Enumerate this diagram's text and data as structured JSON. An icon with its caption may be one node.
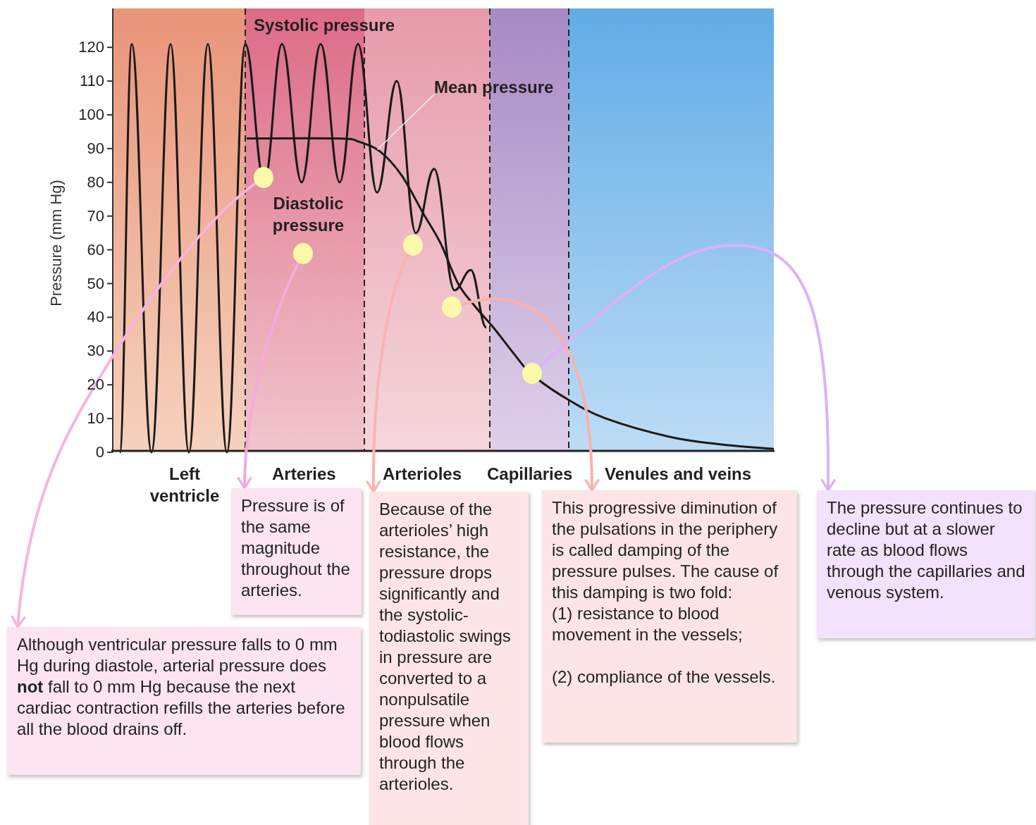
{
  "diagram": {
    "nodes": [
      {
        "text": [
          "Mean pressure"
        ]
      },
      {
        "text": [],
        "shape": "circle"
      },
      {
        "text": [],
        "shape": "circle"
      },
      {
        "text": [],
        "shape": "circle"
      },
      {
        "text": [],
        "shape": "circle"
      },
      {
        "text": [],
        "shape": "circle"
      },
      {
        "text": [
          "Pressure is of the same magnitude throughout the arteries."
        ]
      },
      {
        "text": [
          "Because of the arterioles’ high resistance, the pressure drops significantly and the systolic-todiastolic swings in pressure are converted to a nonpulsatile pressure when blood flows through the arterioles."
        ]
      },
      {
        "text": [
          "This progressive diminution of the pulsations in the periphery is called damping of the pressure pulses. The cause of this damping is two fold:",
          "(1) resistance to blood movement in the vessels;",
          "(2) compliance of the vessels."
        ]
      },
      {
        "text": [
          "The pressure continues to decline but at a slower rate as blood flows through the capillaries and venous system."
        ]
      },
      {
        "text": [
          "Although ventricular pressure falls to 0 mm Hg during diastole, arterial pressure does **not** fall to 0 mm Hg because the next cardiac contraction refills the arteries before all the blood drains off."
        ]
      }
    ],
    "edges": [
      {
        "from": 0,
        "to": null,
        "arrow": "none",
        "color": "#f2f2f2"
      },
      {
        "from": 1,
        "to": 10,
        "arrow": "to",
        "color": "#f8b4de"
      },
      {
        "from": 2,
        "to": 6,
        "arrow": "to",
        "color": "#f6aadc"
      },
      {
        "from": 3,
        "to": 7,
        "arrow": "to",
        "color": "#fbb3b3"
      },
      {
        "from": 4,
        "to": 8,
        "arrow": "to",
        "color": "#fbb0ac"
      },
      {
        "from": 5,
        "to": 9,
        "arrow": "to",
        "color": "#deb0f8"
      }
    ],
    "labels": [
      "Systolic pressure",
      "120",
      "110",
      "100",
      "90",
      "80",
      "70",
      "60",
      "50",
      "40",
      "30",
      "20",
      "10",
      "0",
      "Pressure (mm Hg)",
      "Diastolic pressure",
      "Left ventricle",
      "Arteries",
      "Arterioles",
      "Capillaries",
      "Venules and veins"
    ]
  }
}
